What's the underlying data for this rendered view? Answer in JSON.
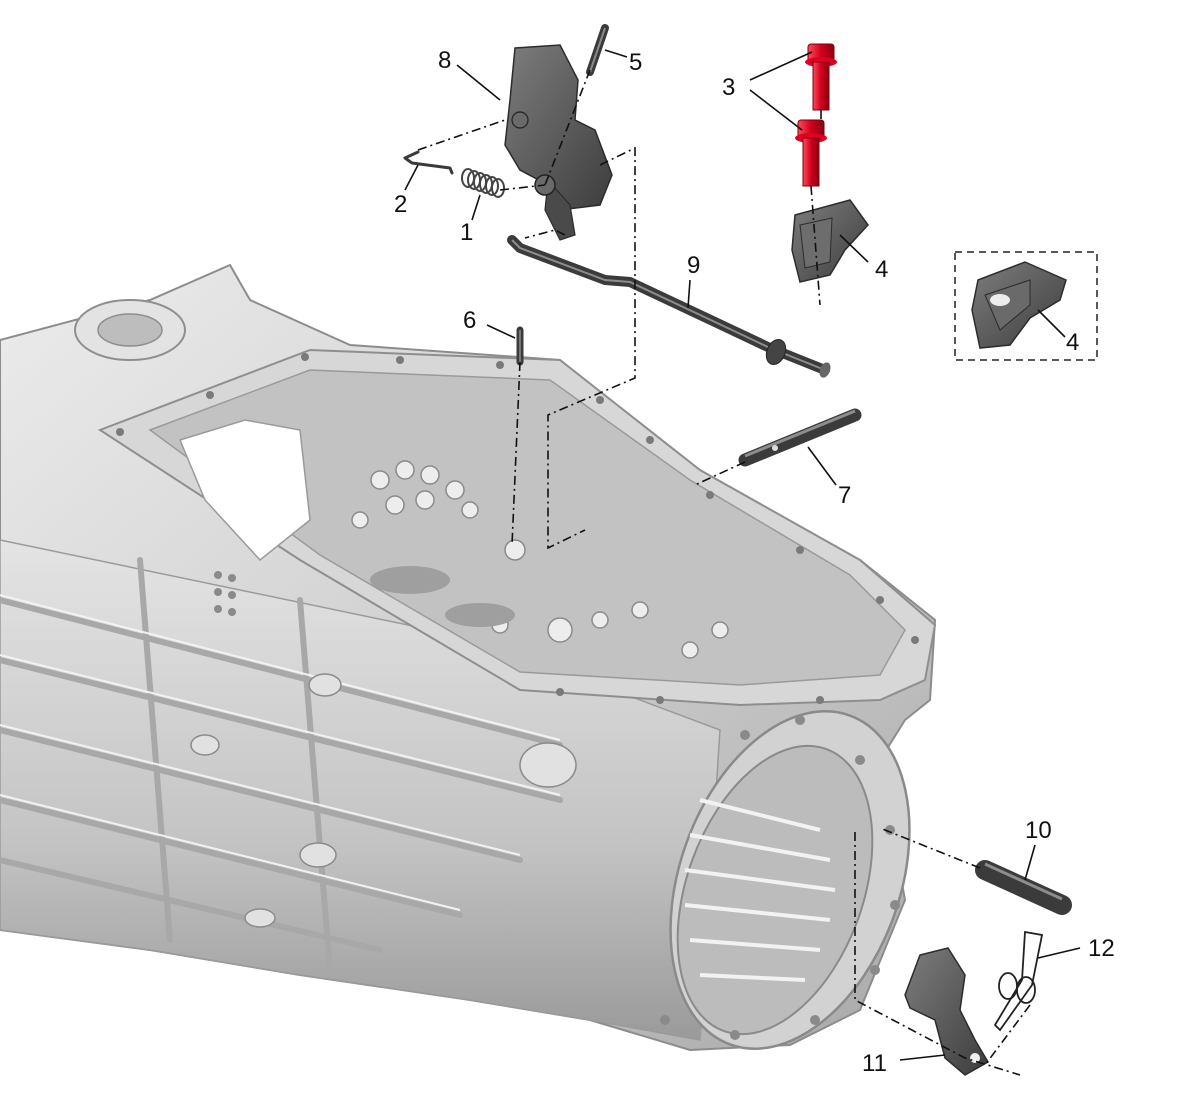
{
  "colors": {
    "housing_light": "#dcdcdc",
    "housing_mid": "#b9b9b9",
    "housing_dark": "#8c8c8c",
    "part_dark": "#5a5a5a",
    "bolt_red": "#d1001c",
    "line": "#111111"
  },
  "callouts": {
    "c1": "1",
    "c2": "2",
    "c3": "3",
    "c4a": "4",
    "c4b": "4",
    "c5": "5",
    "c6": "6",
    "c7": "7",
    "c8": "8",
    "c9": "9",
    "c10": "10",
    "c11": "11",
    "c12": "12"
  }
}
